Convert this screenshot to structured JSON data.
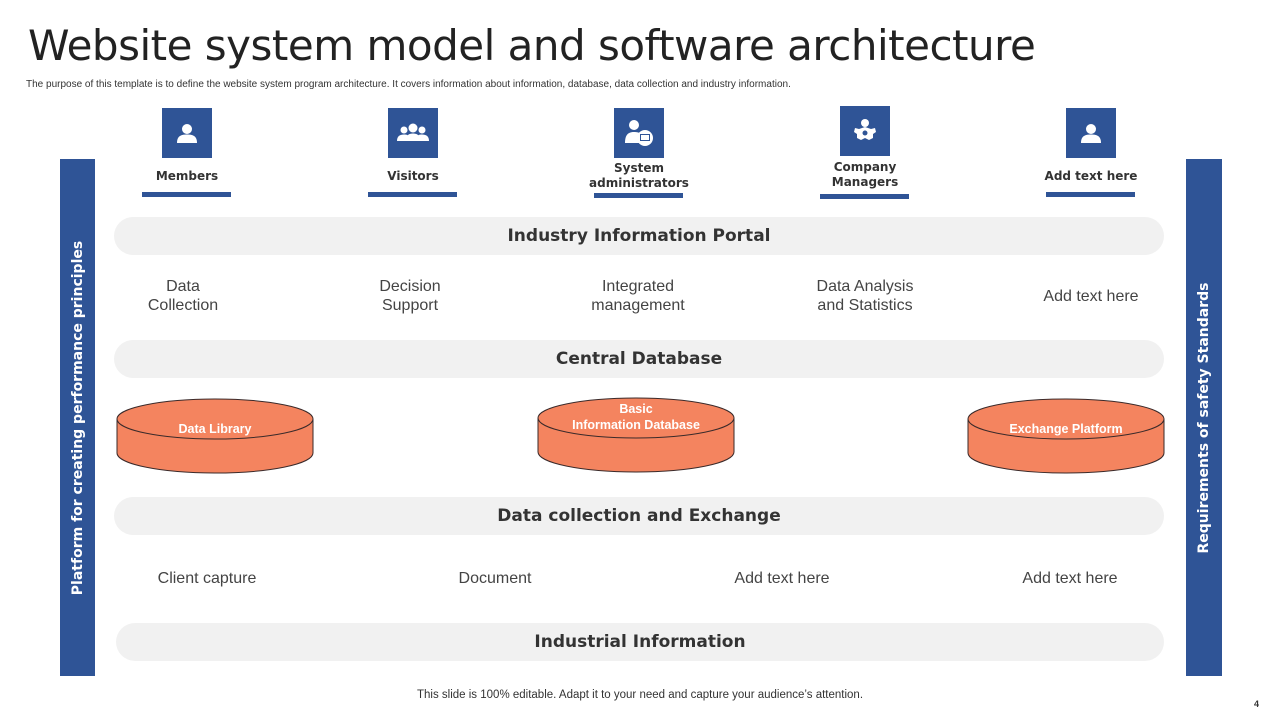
{
  "slide": {
    "title": "Website system model and software architecture",
    "subtitle": "The purpose of this template is to define the website system program architecture. It covers information about information, database, data collection and industry information.",
    "footer": "This slide is 100% editable. Adapt it to your need and capture your audience’s attention.",
    "page_number": "4"
  },
  "colors": {
    "primary_blue": "#2f5496",
    "cylinder_orange": "#f4845f",
    "band_gray": "#f1f1f1"
  },
  "side_bars": {
    "left": "Platform for creating performance principles",
    "right": "Requirements of safety  Standards"
  },
  "roles": [
    {
      "label": "Members",
      "icon": "user-icon"
    },
    {
      "label": "Visitors",
      "icon": "group-icon"
    },
    {
      "label": "System administrators",
      "icon": "admin-computer-icon"
    },
    {
      "label": "Company Managers",
      "icon": "manager-gear-icon"
    },
    {
      "label": "Add text here",
      "icon": "user-icon"
    }
  ],
  "bands": {
    "industry_portal": "Industry Information Portal",
    "central_database": "Central Database",
    "data_collection_exchange": "Data collection and Exchange",
    "industrial_information": "Industrial Information"
  },
  "portal_items": [
    {
      "line1": "Data",
      "line2": "Collection"
    },
    {
      "line1": "Decision",
      "line2": "Support"
    },
    {
      "line1": "Integrated",
      "line2": "management"
    },
    {
      "line1": "Data Analysis",
      "line2": "and Statistics"
    },
    {
      "line1": "Add text here",
      "line2": ""
    }
  ],
  "databases": [
    {
      "line1": "Data Library",
      "line2": ""
    },
    {
      "line1": "Basic",
      "line2": "Information Database"
    },
    {
      "line1": "Exchange Platform",
      "line2": ""
    }
  ],
  "exchange_items": [
    "Client capture",
    "Document",
    "Add text here",
    "Add text here"
  ]
}
